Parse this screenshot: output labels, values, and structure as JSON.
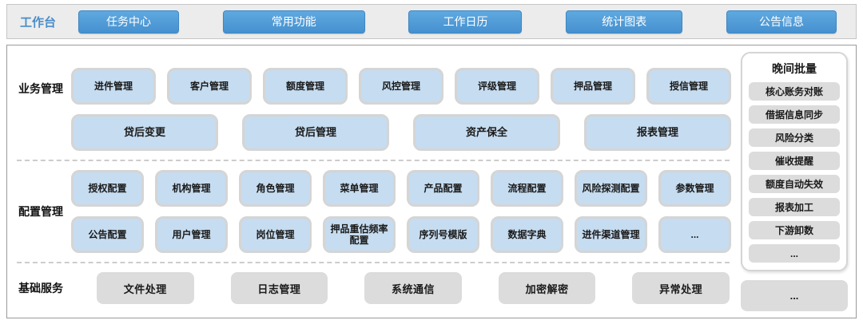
{
  "colors": {
    "accent_blue": "#4D9BD5",
    "light_blue_box": "#C6DCF0",
    "box_border_gray": "#D5D5D5",
    "gray_box": "#DCDCDC",
    "band_bg": "#ECECEC",
    "workbench_label_blue": "#4A8DC8"
  },
  "workbench": {
    "label": "工作台",
    "buttons": [
      "任务中心",
      "常用功能",
      "工作日历",
      "统计图表",
      "公告信息"
    ]
  },
  "business": {
    "label": "业务管理",
    "row1": [
      "进件管理",
      "客户管理",
      "额度管理",
      "风控管理",
      "评级管理",
      "押品管理",
      "授信管理"
    ],
    "row2": [
      "贷后变更",
      "贷后管理",
      "资产保全",
      "报表管理"
    ]
  },
  "config": {
    "label": "配置管理",
    "row1": [
      "授权配置",
      "机构管理",
      "角色管理",
      "菜单管理",
      "产品配置",
      "流程配置",
      "风险探测配置",
      "参数管理"
    ],
    "row2": [
      "公告配置",
      "用户管理",
      "岗位管理",
      "押品重估频率配置",
      "序列号模版",
      "数据字典",
      "进件渠道管理",
      "..."
    ]
  },
  "base": {
    "label": "基础服务",
    "items": [
      "文件处理",
      "日志管理",
      "系统通信",
      "加密解密",
      "异常处理"
    ],
    "more": "..."
  },
  "night_batch": {
    "title": "晚间批量",
    "items": [
      "核心账务对账",
      "借据信息同步",
      "风险分类",
      "催收提醒",
      "额度自动失效",
      "报表加工",
      "下游卸数",
      "..."
    ]
  }
}
